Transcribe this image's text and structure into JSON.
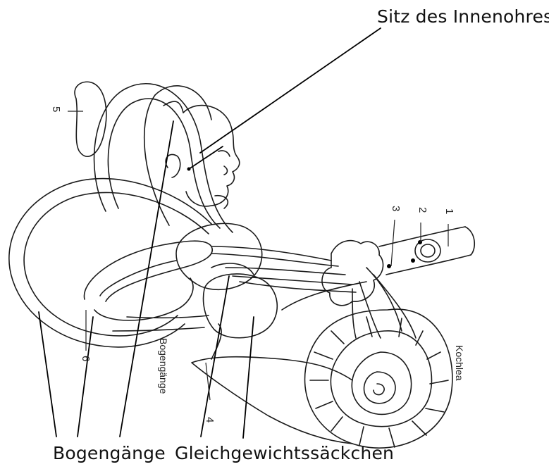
{
  "labels": {
    "sitz": "Sitz des Innenohres",
    "bogengaenge": "Bogengänge",
    "gleichgewicht": "Gleichgewichtssäckchen"
  },
  "inner_labels": {
    "bogengaenge_rotated": "Bogengänge",
    "kochlea": "Kochlea"
  },
  "numbers": {
    "n1": "1",
    "n2": "2",
    "n3": "3",
    "n4": "4",
    "n5": "5",
    "n6": "6"
  }
}
